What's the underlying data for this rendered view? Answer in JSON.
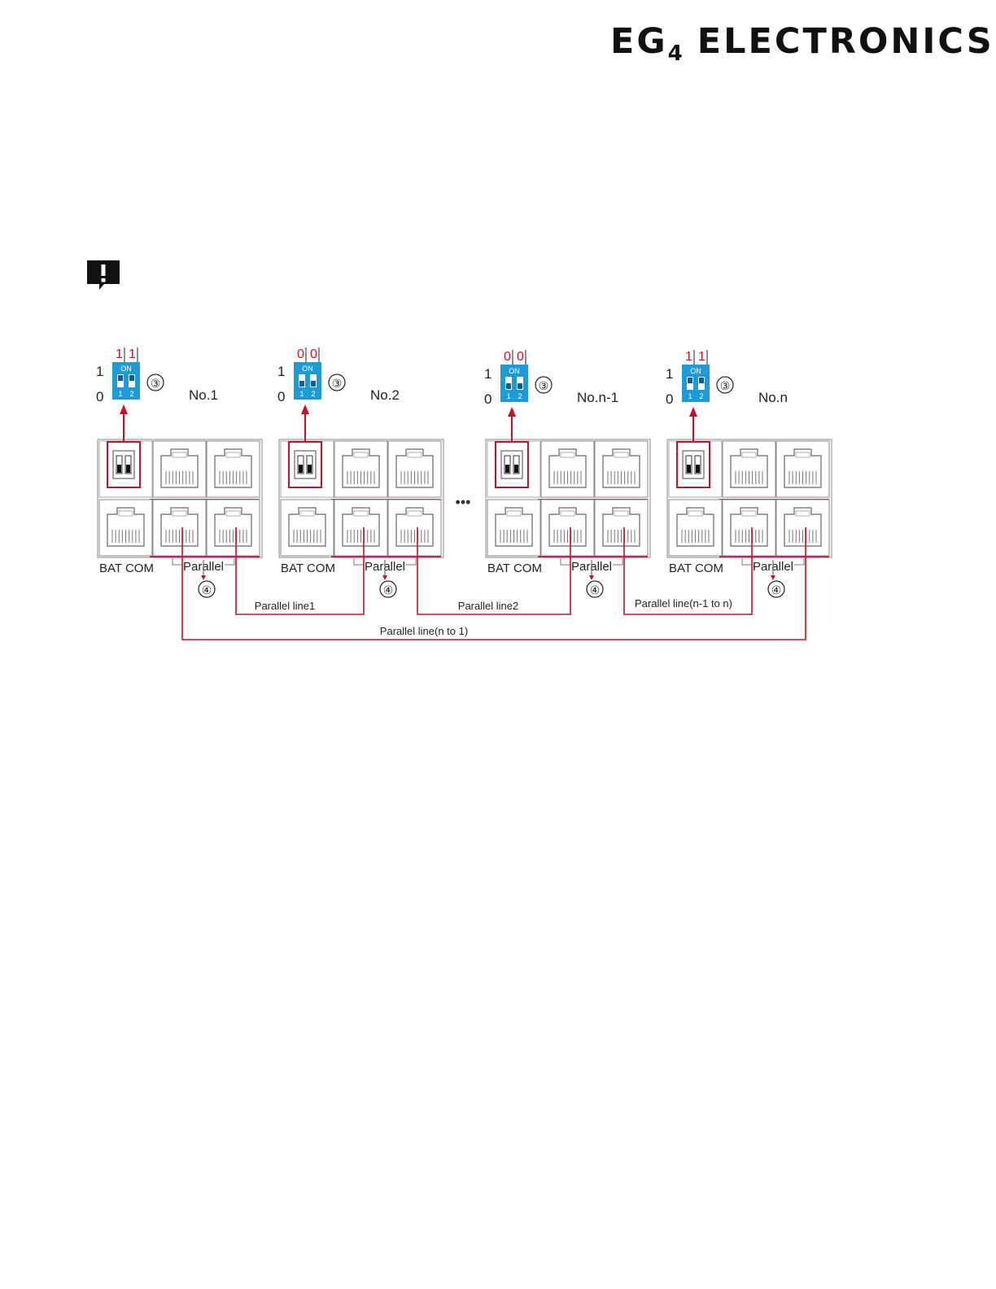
{
  "header": {
    "logo_main": "EG",
    "logo_sub": "4",
    "logo_rest": " ELECTRONICS"
  },
  "icons": {
    "note": "exclamation-note-icon"
  },
  "colors": {
    "accent_red": "#c8102e",
    "dip_blue": "#1e9bd7",
    "line_gray": "#555555"
  },
  "diagram": {
    "units": [
      {
        "name": "No.1",
        "dip_top": [
          "1",
          "1"
        ],
        "switch_states": [
          1,
          1
        ]
      },
      {
        "name": "No.2",
        "dip_top": [
          "0",
          "0"
        ],
        "switch_states": [
          0,
          0
        ]
      },
      {
        "name": "No.n-1",
        "dip_top": [
          "0",
          "0"
        ],
        "switch_states": [
          0,
          0
        ]
      },
      {
        "name": "No.n",
        "dip_top": [
          "1",
          "1"
        ],
        "switch_states": [
          1,
          1
        ]
      }
    ],
    "dip_on_label": "ON",
    "dip_num_1": "1",
    "dip_num_2": "2",
    "level_one": "1",
    "level_zero": "0",
    "callout_dip": "③",
    "callout_parallel": "④",
    "port_label_bat": "BAT COM",
    "port_label_parallel": "Parallel",
    "ellipsis": "•••",
    "lines": {
      "line1": "Parallel line1",
      "line2": "Parallel line2",
      "line_n1_n": "Parallel line(n-1 to n)",
      "line_n_1": "Parallel line(n to 1)"
    }
  }
}
